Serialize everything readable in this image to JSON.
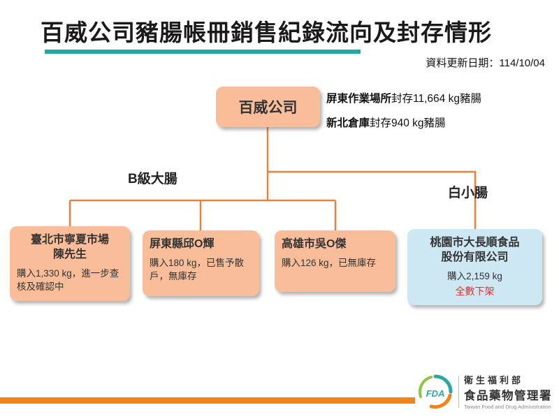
{
  "header": {
    "title": "百威公司豬腸帳冊銷售紀錄流向及封存情形",
    "update_date": "資料更新日期：114/10/04"
  },
  "root_node": {
    "label": "百威公司",
    "notes": [
      {
        "bold": "屏東作業場所",
        "text": "封存11,664 kg豬腸"
      },
      {
        "bold": "新北倉庫",
        "text": "封存940 kg豬腸"
      }
    ]
  },
  "branch_labels": {
    "left": "B級大腸",
    "right": "白小腸"
  },
  "nodes": [
    {
      "name_lines": [
        "臺北市寧夏市場",
        "陳先生"
      ],
      "detail": "購入1,330 kg，進一步查核及確認中"
    },
    {
      "name_lines": [
        "屏東縣邱O輝"
      ],
      "detail": "購入180 kg，已售予散戶，無庫存"
    },
    {
      "name_lines": [
        "高雄市吳O傑"
      ],
      "detail": "購入126 kg，已無庫存"
    },
    {
      "name_lines": [
        "桃園市大長順食品",
        "股份有限公司"
      ],
      "detail": "購入2,159 kg",
      "status": "全數下架"
    }
  ],
  "footer": {
    "logo_text": "FDA",
    "org_line1": "衛生福利部",
    "org_line2": "食品藥物管理署",
    "org_line3": "Taiwan Food and Drug Administration"
  },
  "colors": {
    "node_orange": "#F9BE99",
    "node_blue": "#CDE7F3",
    "connector_orange": "#E8823B",
    "title_underline_teal": "#23A79F",
    "footer_bar_orange": "#F0841C",
    "status_red": "#E1352C"
  }
}
